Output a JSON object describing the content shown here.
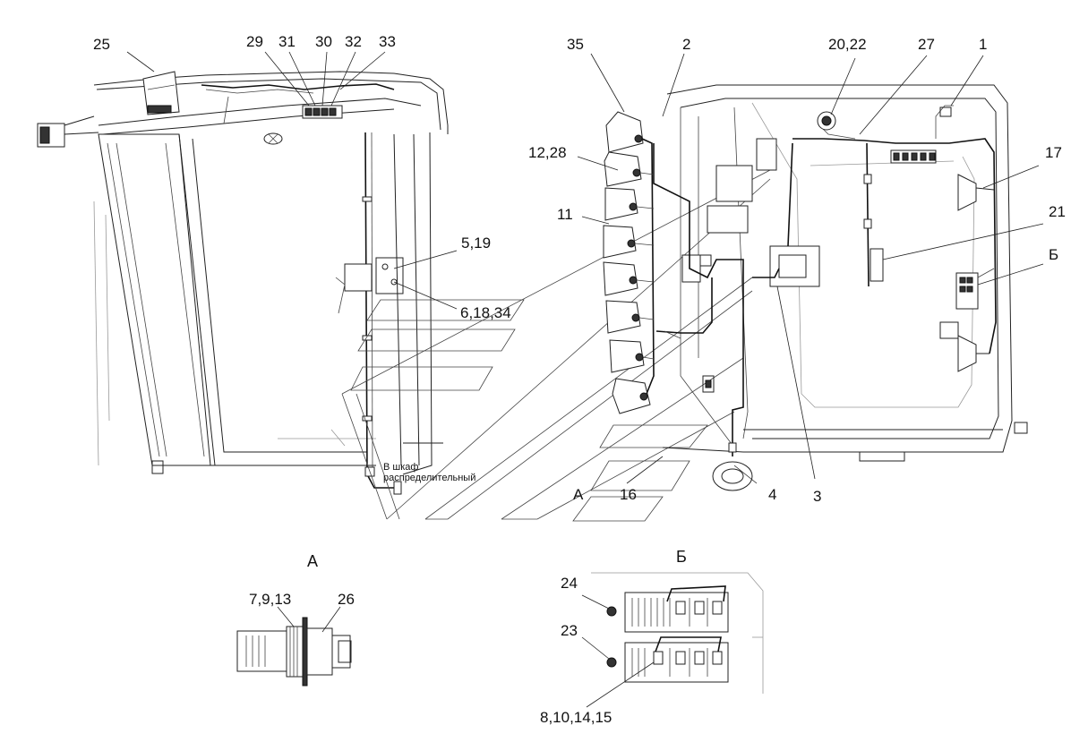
{
  "callouts": {
    "c25": "25",
    "c29": "29",
    "c31": "31",
    "c30": "30",
    "c32": "32",
    "c33": "33",
    "c35": "35",
    "c2": "2",
    "c20_22": "20,22",
    "c27": "27",
    "c1": "1",
    "c12_28": "12,28",
    "c17": "17",
    "c11": "11",
    "c21": "21",
    "c5_19": "5,19",
    "cB": "Б",
    "c6_18_34": "6,18,34",
    "cA": "А",
    "c16": "16",
    "c4": "4",
    "c3": "3",
    "c7_9_13": "7,9,13",
    "c26": "26",
    "c24": "24",
    "c23": "23",
    "c8_10_14_15": "8,10,14,15"
  },
  "note": {
    "line1": "В шкаф",
    "line2": "распределительный"
  },
  "views": {
    "view_a": "А",
    "view_b": "Б"
  }
}
